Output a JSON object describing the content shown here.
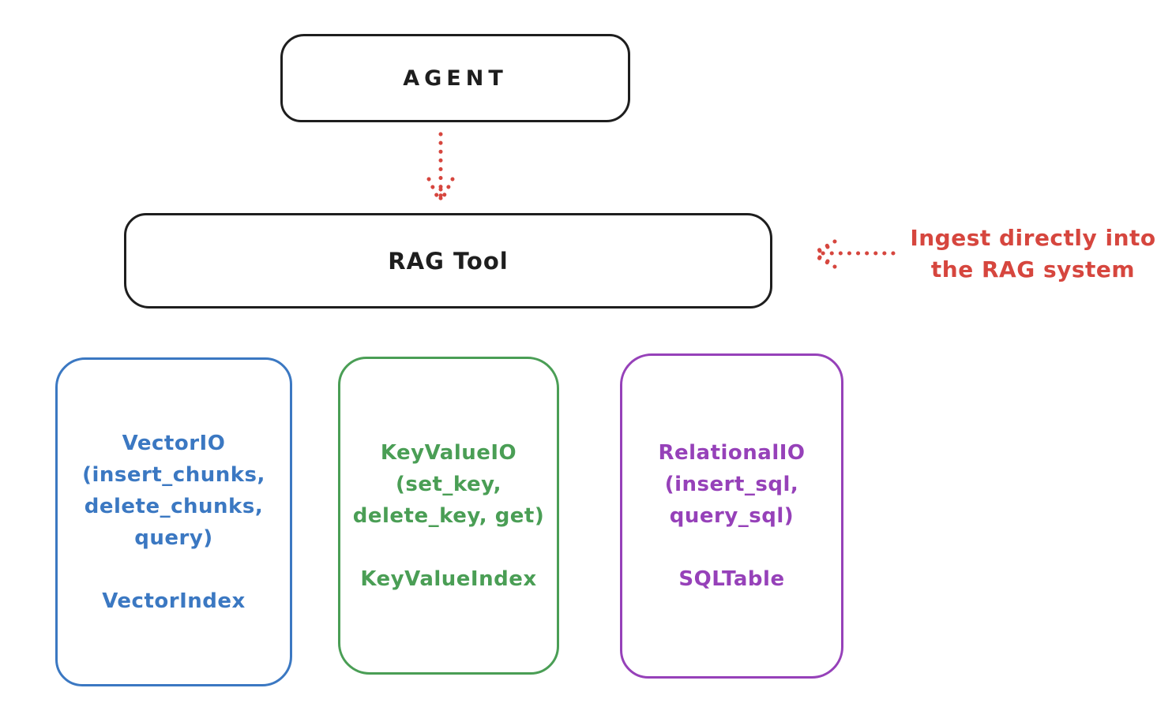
{
  "diagram": {
    "agent": {
      "label": "AGENT",
      "stroke_color": "#1e1e1e"
    },
    "rag_tool": {
      "label": "RAG Tool",
      "stroke_color": "#1e1e1e"
    },
    "annotation": {
      "line1": "Ingest directly into",
      "line2": "the RAG system",
      "color": "#d6463e"
    },
    "arrows": [
      {
        "name": "agent-to-rag-tool",
        "style": "dotted",
        "color": "#d6463e",
        "direction": "down"
      },
      {
        "name": "annotation-to-rag-tool",
        "style": "dotted",
        "color": "#d6463e",
        "direction": "left"
      }
    ],
    "backends": [
      {
        "id": "vector-io",
        "color": "#3b78c2",
        "title_lines": [
          "VectorIO",
          "(insert_chunks,",
          "delete_chunks,",
          "query)"
        ],
        "index_label": "VectorIndex"
      },
      {
        "id": "keyvalue-io",
        "color": "#4a9e55",
        "title_lines": [
          "KeyValueIO",
          "(set_key,",
          "delete_key, get)"
        ],
        "index_label": "KeyValueIndex"
      },
      {
        "id": "relational-io",
        "color": "#9641b9",
        "title_lines": [
          "RelationalIO",
          "(insert_sql,",
          "query_sql)"
        ],
        "index_label": "SQLTable"
      }
    ]
  }
}
